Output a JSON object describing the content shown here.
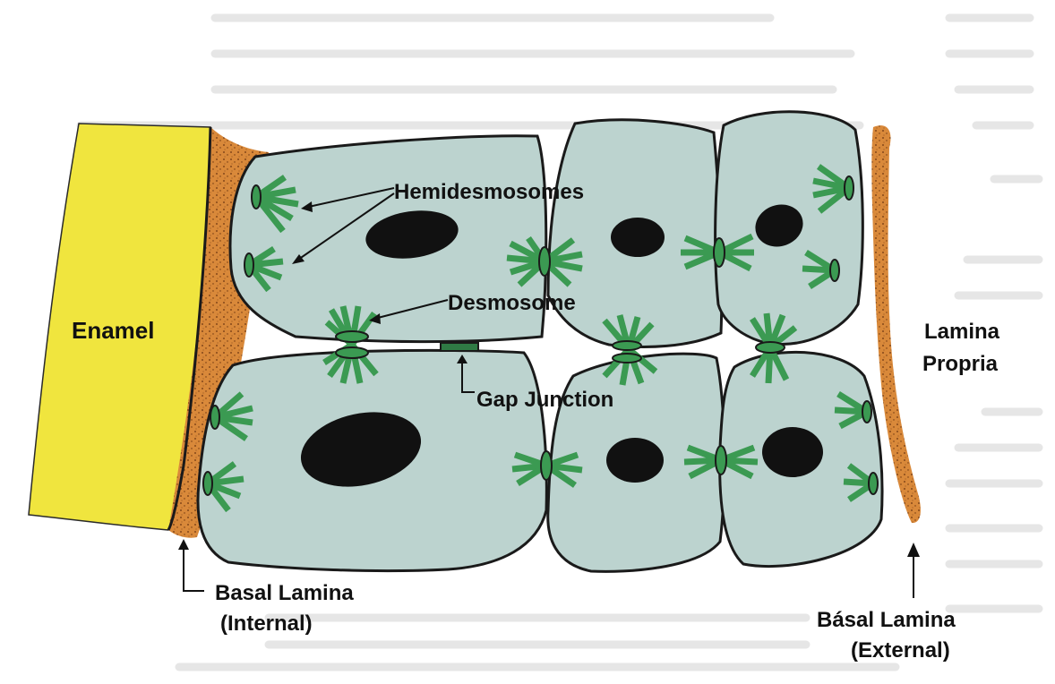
{
  "labels": {
    "hemidesmosomes": "Hemidesmosomes",
    "desmosome": "Desmosome",
    "enamel": "Enamel",
    "gap_junction": "Gap Junction",
    "lamina_propria_1": "Lamina",
    "lamina_propria_2": "Propria",
    "basal_internal_1": "Basal Lamina",
    "basal_internal_2": "(Internal)",
    "basal_external_1": "Básal Lamina",
    "basal_external_2": "(External)"
  },
  "colors": {
    "enamel": "#f0e53e",
    "basal_lamina": "#d9893a",
    "cell_fill": "#bcd3cf",
    "nucleus": "#111111",
    "junction_green": "#3b9a52",
    "outline": "#1a1a1a",
    "background_text": "#c8c8c8"
  }
}
